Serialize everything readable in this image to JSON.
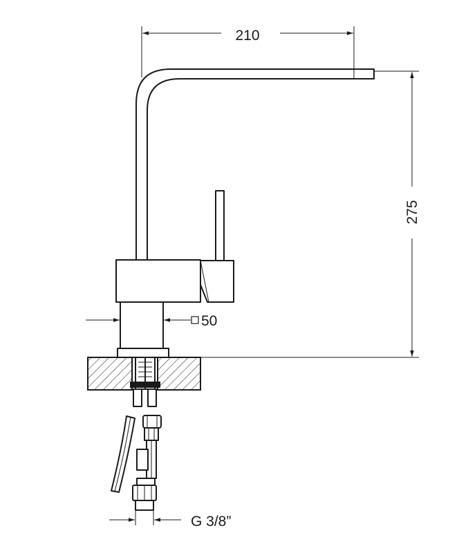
{
  "dimensions": {
    "width_label": "210",
    "height_label": "275",
    "base_label": "50",
    "connection_label": "G 3/8”"
  },
  "colors": {
    "line": "#1a1a1a",
    "background": "#ffffff"
  }
}
